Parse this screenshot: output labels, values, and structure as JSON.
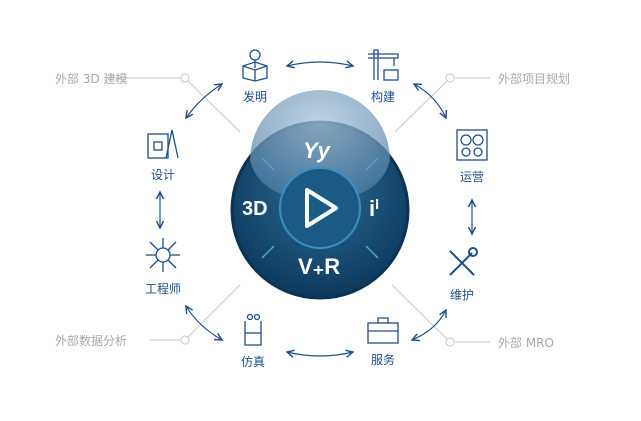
{
  "hub": {
    "top": "Yy",
    "left": "3D",
    "right": "iⁱ",
    "bottom": "V₊R",
    "center_icon": "play-icon"
  },
  "nodes": [
    {
      "id": "invent",
      "label": "发明",
      "icon": "box-lightbulb-icon"
    },
    {
      "id": "build",
      "label": "构建",
      "icon": "crane-icon"
    },
    {
      "id": "operate",
      "label": "运营",
      "icon": "gears-icon"
    },
    {
      "id": "maintain",
      "label": "维护",
      "icon": "tools-icon"
    },
    {
      "id": "service",
      "label": "服务",
      "icon": "briefcase-icon"
    },
    {
      "id": "simulate",
      "label": "仿真",
      "icon": "beaker-icon"
    },
    {
      "id": "engineer",
      "label": "工程师",
      "icon": "network-icon"
    },
    {
      "id": "design",
      "label": "设计",
      "icon": "blueprint-icon"
    }
  ],
  "external": [
    "外部 3D 建模",
    "外部项目规划",
    "外部数据分析",
    "外部 MRO"
  ],
  "colors": {
    "primary": "#1d4f8c",
    "hub_dark": "#0f3f66",
    "ext_text": "#a8a8a8"
  }
}
